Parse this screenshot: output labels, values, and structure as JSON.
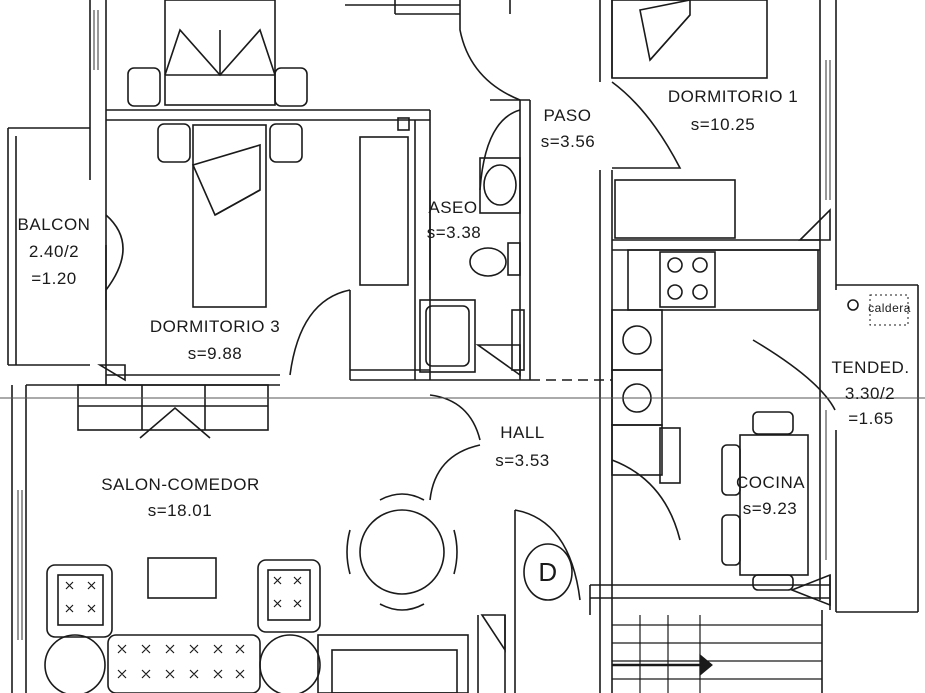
{
  "rooms": {
    "dormitorio1": {
      "name": "DORMITORIO  1",
      "area": "s=10.25"
    },
    "paso": {
      "name": "PASO",
      "area": "s=3.56"
    },
    "aseo": {
      "name": "ASEO",
      "area": "s=3.38"
    },
    "balcon": {
      "name": "BALCON",
      "dims": "2.40/2",
      "area": "=1.20"
    },
    "dormitorio3": {
      "name": "DORMITORIO  3",
      "area": "s=9.88"
    },
    "salon": {
      "name": "SALON-COMEDOR",
      "area": "s=18.01"
    },
    "hall": {
      "name": "HALL",
      "area": "s=3.53"
    },
    "cocina": {
      "name": "COCINA",
      "area": "s=9.23"
    },
    "tendedero": {
      "name": "TENDED.",
      "dims": "3.30/2",
      "area": "=1.65"
    }
  },
  "fixtures": {
    "caldera": "caldera",
    "door_marker": "D"
  },
  "colors": {
    "ink": "#1a1a1a",
    "paper": "#ffffff"
  }
}
